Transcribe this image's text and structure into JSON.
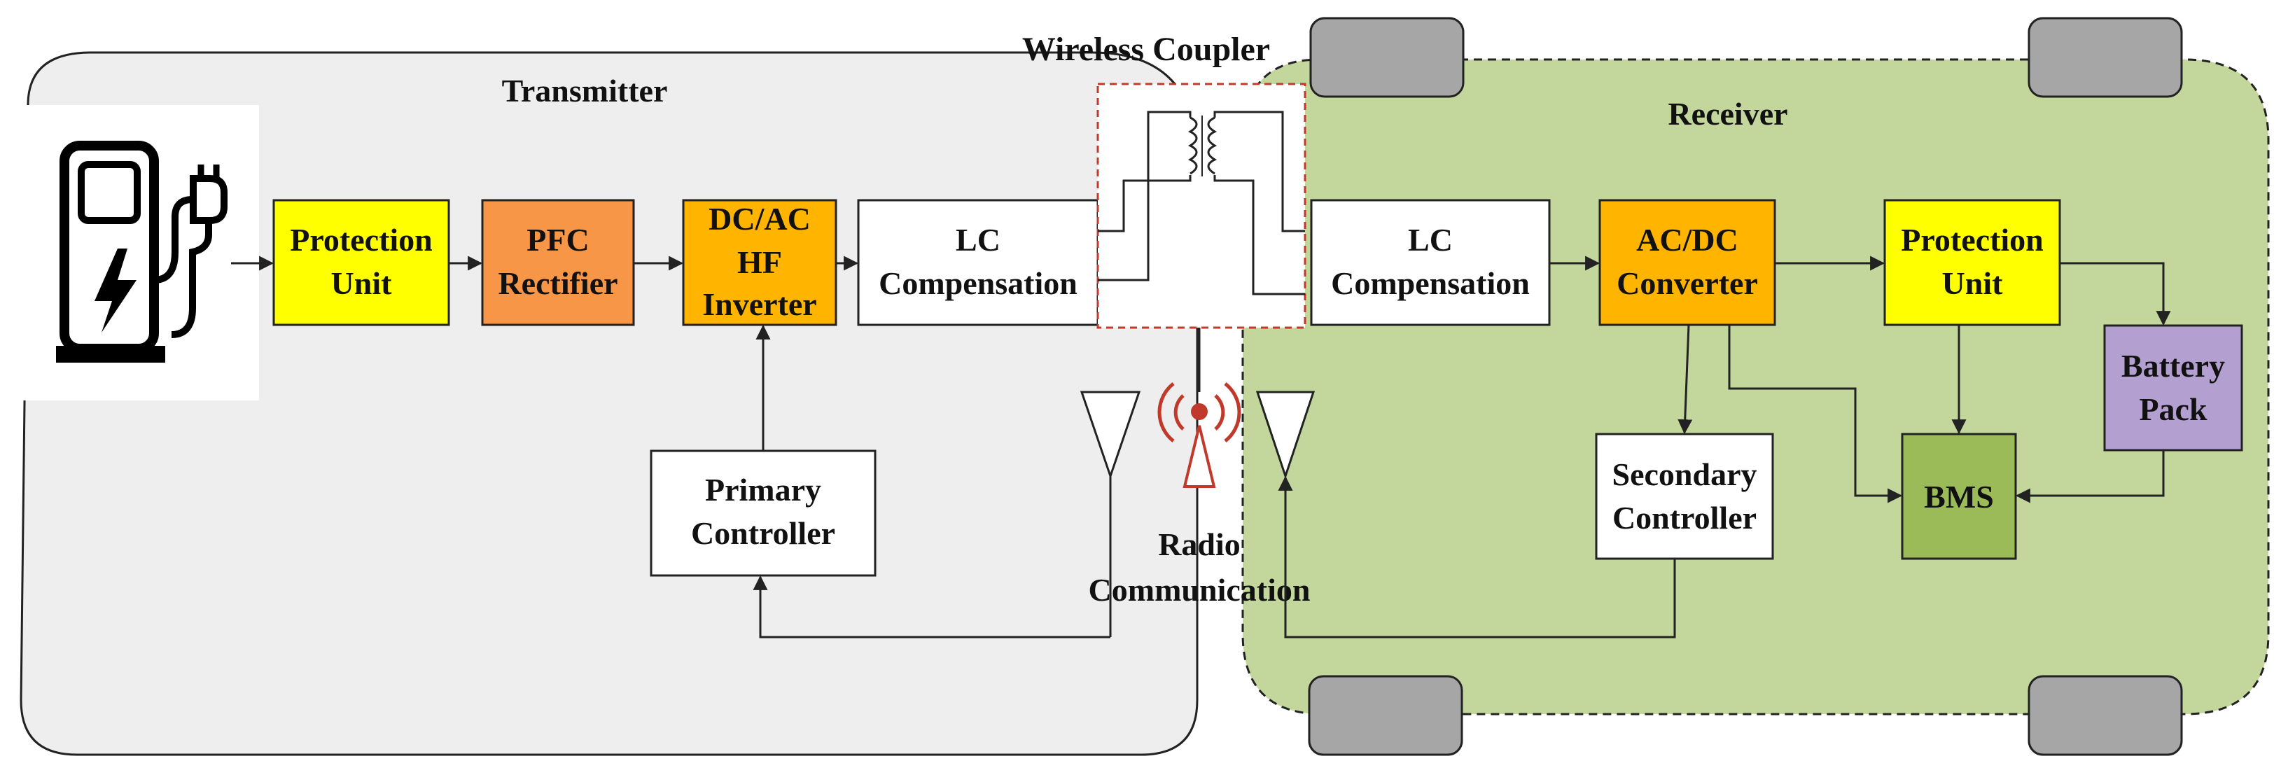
{
  "regions": {
    "transmitter": "Transmitter",
    "receiver": "Receiver",
    "wireless_coupler": "Wireless Coupler",
    "radio": [
      "Radio",
      "Communication"
    ]
  },
  "blocks": {
    "tx_protection": [
      "Protection",
      "Unit"
    ],
    "pfc": [
      "PFC",
      "Rectifier"
    ],
    "inverter": [
      "DC/AC",
      "HF",
      "Inverter"
    ],
    "tx_lc": [
      "LC",
      "Compensation"
    ],
    "primary_controller": [
      "Primary",
      "Controller"
    ],
    "rx_lc": [
      "LC",
      "Compensation"
    ],
    "acdc": [
      "AC/DC",
      "Converter"
    ],
    "rx_protection": [
      "Protection",
      "Unit"
    ],
    "battery": [
      "Battery",
      "Pack"
    ],
    "secondary_controller": [
      "Secondary",
      "Controller"
    ],
    "bms": [
      "BMS"
    ]
  },
  "icons": {
    "charger": "ev-charger-icon",
    "antenna": "antenna-icon",
    "radio_tower": "radio-tower-icon"
  },
  "colors": {
    "transmitter_bg": "#eeeeee",
    "receiver_bg": "#c3d69b",
    "protection": "#ffff00",
    "pfc": "#f79646",
    "inverter": "#ffb400",
    "acdc": "#ffb400",
    "battery": "#b4a0d0",
    "bms": "#9bbb59",
    "wheel": "#a6a6a6",
    "radio_red": "#c0392b"
  }
}
